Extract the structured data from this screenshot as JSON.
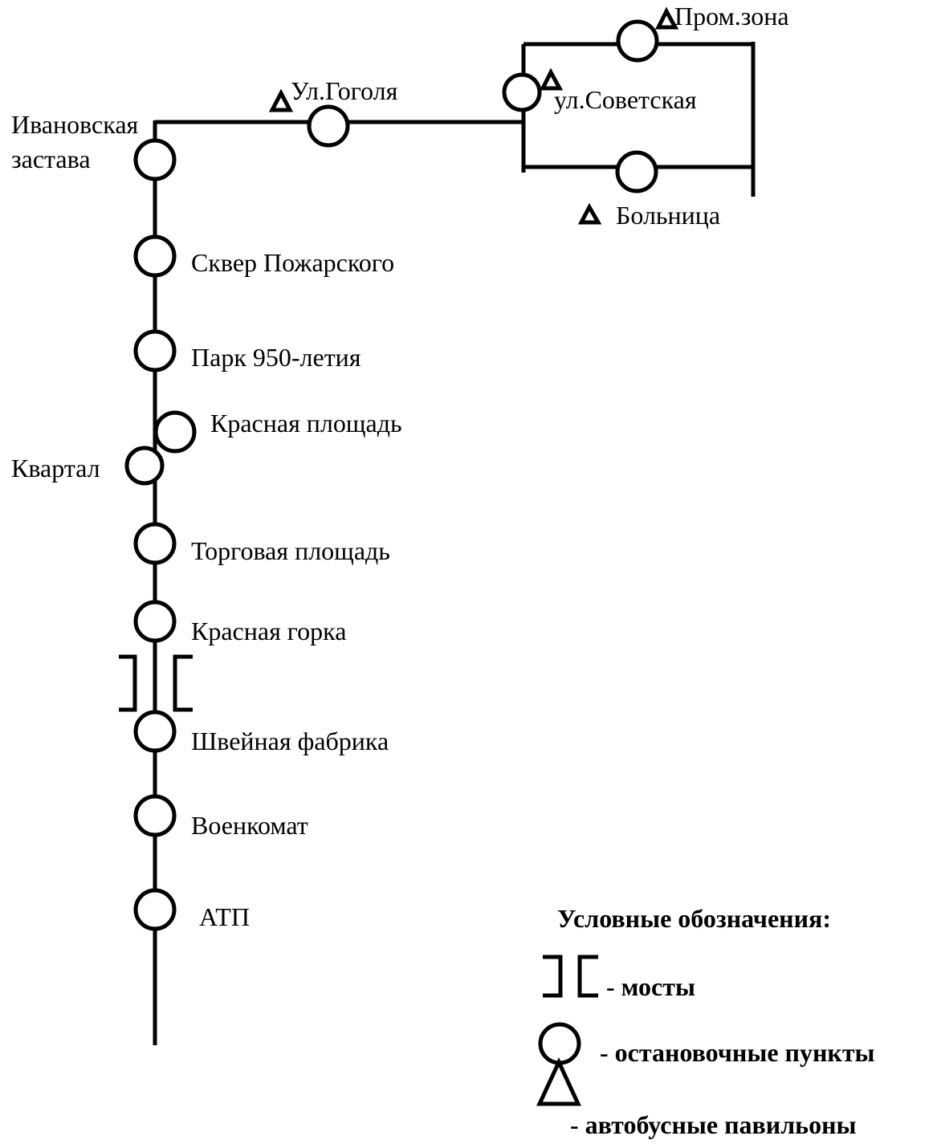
{
  "stops": {
    "ivanovskaya_line1": "Ивановская",
    "ivanovskaya_line2": "застава",
    "gogolya": "Ул.Гоголя",
    "sovetskaya": "ул.Советская",
    "promzona": "Пром.зона",
    "bolnitsa": "Больница",
    "skver": "Сквер Пожарского",
    "park": "Парк 950-летия",
    "krasnaya_ploshchad": "Красная площадь",
    "kvartal": "Квартал",
    "torgovaya": "Торговая площадь",
    "krasnaya_gorka": "Красная горка",
    "shveynaya": "Швейная фабрика",
    "voenkomat": "Военкомат",
    "atp": "АТП"
  },
  "legend": {
    "title": "Условные обозначения:",
    "bridges": "- мосты",
    "stops": "- остановочные пункты",
    "pavilions": "- автобусные павильоны"
  }
}
